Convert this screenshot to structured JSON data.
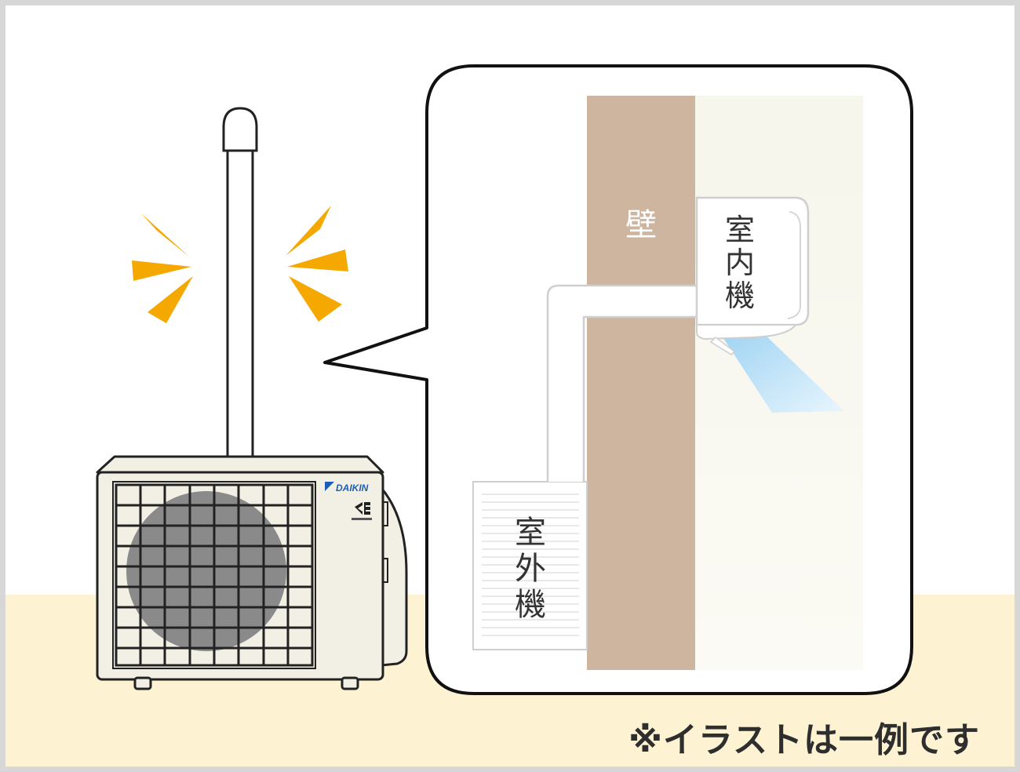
{
  "labels": {
    "wall": "壁",
    "indoor_unit": [
      "室",
      "内",
      "機"
    ],
    "outdoor_unit": [
      "室",
      "外",
      "機"
    ]
  },
  "brand": {
    "name": "DAIKIN"
  },
  "note": "※イラストは一例です",
  "icons": {
    "alert": "attention-burst-icon",
    "outdoor": "outdoor-unit-icon",
    "indoor": "indoor-unit-icon"
  },
  "colors": {
    "wall": "#cdb59f",
    "ground": "#fdf3d3",
    "burst": "#f4a800",
    "airflow": "#a8d8f5",
    "unit_body": "#f2f0e4",
    "fan": "#8a8a8a"
  }
}
